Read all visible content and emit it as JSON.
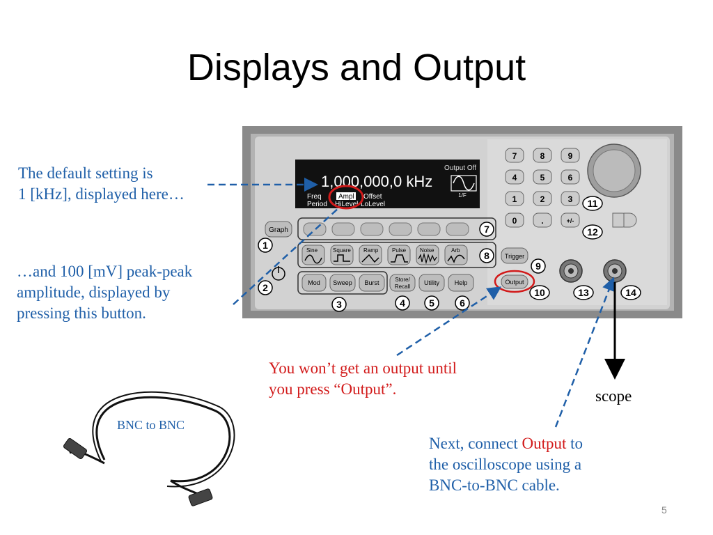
{
  "slide": {
    "title": "Displays and Output",
    "page_number": "5"
  },
  "notes": {
    "default_line1": "The default setting is",
    "default_line2": "1 [kHz], displayed here…",
    "ampl_line1": "…and 100 [mV] peak-peak",
    "ampl_line2": "amplitude, displayed by",
    "ampl_line3": "pressing this button.",
    "output_line1": "You won’t get an output until",
    "output_line2": "you press “Output”.",
    "next_prefix": "Next, connect ",
    "next_keyword": "Output",
    "next_suffix": " to",
    "next_line2": "the oscilloscope using a",
    "next_line3": "BNC-to-BNC cable.",
    "scope": "scope",
    "bnc": "BNC to BNC"
  },
  "device": {
    "display": {
      "status": "Output Off",
      "readout": "1,000,000,0 kHz",
      "period_hint": "1/F",
      "softkeys_top": [
        "Freq",
        "Ampl",
        "Offset"
      ],
      "softkeys_bottom": [
        "Period",
        "HiLevel",
        "LoLevel"
      ]
    },
    "keypad": [
      "7",
      "8",
      "9",
      "4",
      "5",
      "6",
      "1",
      "2",
      "3",
      "0",
      ".",
      "+/-"
    ],
    "buttons": {
      "graph": "Graph",
      "waveforms": [
        "Sine",
        "Square",
        "Ramp",
        "Pulse",
        "Noise",
        "Arb"
      ],
      "trigger": "Trigger",
      "mod": "Mod",
      "sweep": "Sweep",
      "burst": "Burst",
      "store_line1": "Store/",
      "store_line2": "Recall",
      "utility": "Utility",
      "help": "Help",
      "output": "Output"
    },
    "callouts": [
      "1",
      "2",
      "3",
      "4",
      "5",
      "6",
      "7",
      "8",
      "9",
      "10",
      "11",
      "12",
      "13",
      "14"
    ]
  },
  "colors": {
    "accent_blue": "#1f5fa8",
    "accent_red": "#d21a1a",
    "panel": "#8c8c8c",
    "face": "#c9c9c9"
  }
}
